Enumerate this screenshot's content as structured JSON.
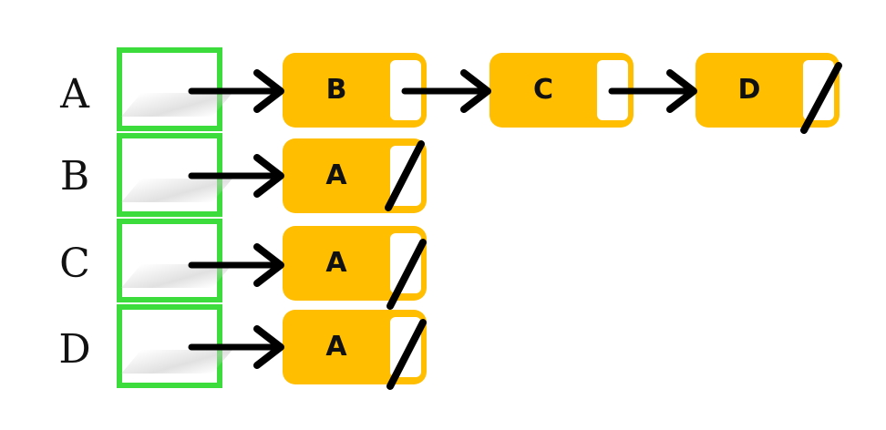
{
  "diagram": {
    "type": "adjacency-list",
    "colors": {
      "node_fill": "#FFBE00",
      "slot_fill": "#FFFFFF",
      "array_border": "#3DDC3D",
      "arrow": "#000000"
    },
    "rows": [
      {
        "label": "A",
        "nodes": [
          "B",
          "C",
          "D"
        ]
      },
      {
        "label": "B",
        "nodes": [
          "A"
        ]
      },
      {
        "label": "C",
        "nodes": [
          "A"
        ]
      },
      {
        "label": "D",
        "nodes": [
          "A"
        ]
      }
    ]
  }
}
